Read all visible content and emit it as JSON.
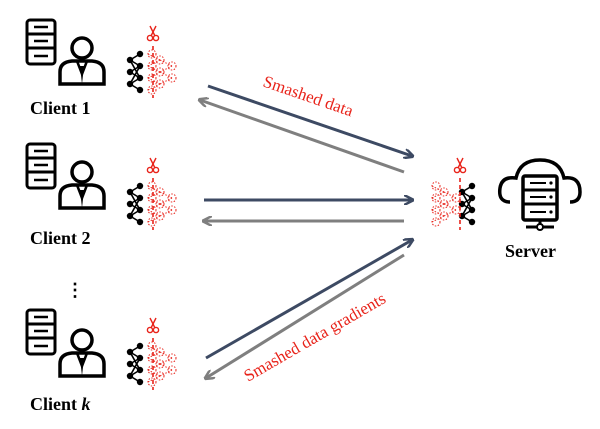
{
  "clients": [
    {
      "label": "Client 1"
    },
    {
      "label": "Client 2"
    },
    {
      "label": "Client "
    }
  ],
  "client_k_suffix": "k",
  "ellipsis": "⋮",
  "server": {
    "label": "Server"
  },
  "annotations": {
    "forward": "Smashed data",
    "backward": "Smashed data gradients"
  },
  "colors": {
    "forward_arrow": "#3d4a63",
    "backward_arrow": "#7f7f7f",
    "annotation": "#e8231a",
    "cut_line": "#e8231a"
  },
  "icons": [
    "database-icon",
    "person-icon",
    "neural-network-icon",
    "scissors-icon",
    "cloud-server-icon"
  ]
}
